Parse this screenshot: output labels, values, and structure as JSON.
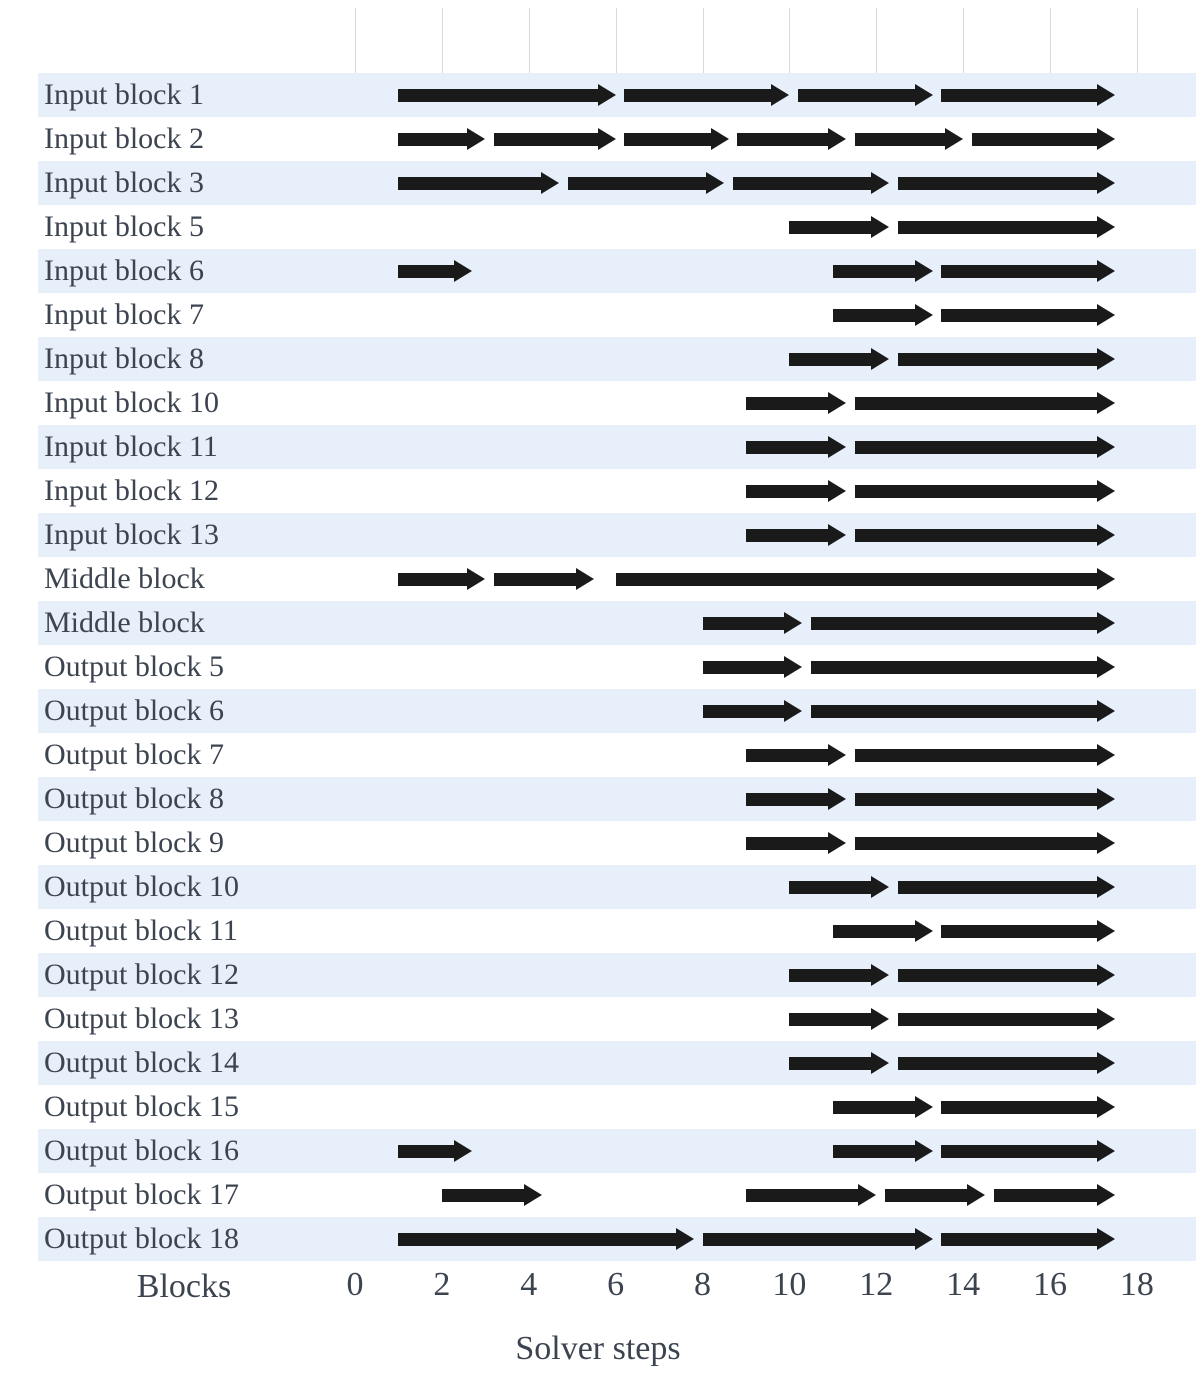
{
  "chart_data": {
    "type": "bar",
    "title": "",
    "xlabel": "Solver steps",
    "ylabel": "Blocks",
    "xlim": [
      -0.4,
      18.4
    ],
    "xticks": [
      0,
      2,
      4,
      6,
      8,
      10,
      12,
      14,
      16,
      18
    ],
    "grid": true,
    "legend": "none",
    "series_color": "#1a1a1a",
    "band_color": "#e7effa",
    "categories": [
      "Input block 1",
      "Input block 2",
      "Input block 3",
      "Input block 5",
      "Input block 6",
      "Input block 7",
      "Input block 8",
      "Input block 10",
      "Input block 11",
      "Input block 12",
      "Input block 13",
      "Middle block",
      "Middle block",
      "Output block 5",
      "Output block 6",
      "Output block 7",
      "Output block 8",
      "Output block 9",
      "Output block 10",
      "Output block 11",
      "Output block 12",
      "Output block 13",
      "Output block 14",
      "Output block 15",
      "Output block 16",
      "Output block 17",
      "Output block 18"
    ],
    "rows": [
      {
        "label": "Input block 1",
        "segments": [
          [
            1.0,
            6.0
          ],
          [
            6.2,
            10.0
          ],
          [
            10.2,
            13.3
          ],
          [
            13.5,
            17.5
          ]
        ]
      },
      {
        "label": "Input block 2",
        "segments": [
          [
            1.0,
            3.0
          ],
          [
            3.2,
            6.0
          ],
          [
            6.2,
            8.6
          ],
          [
            8.8,
            11.3
          ],
          [
            11.5,
            14.0
          ],
          [
            14.2,
            17.5
          ]
        ]
      },
      {
        "label": "Input block 3",
        "segments": [
          [
            1.0,
            4.7
          ],
          [
            4.9,
            8.5
          ],
          [
            8.7,
            12.3
          ],
          [
            12.5,
            17.5
          ]
        ]
      },
      {
        "label": "Input block 5",
        "segments": [
          [
            10.0,
            12.3
          ],
          [
            12.5,
            17.5
          ]
        ]
      },
      {
        "label": "Input block 6",
        "segments": [
          [
            1.0,
            2.7
          ],
          [
            11.0,
            13.3
          ],
          [
            13.5,
            17.5
          ]
        ]
      },
      {
        "label": "Input block 7",
        "segments": [
          [
            11.0,
            13.3
          ],
          [
            13.5,
            17.5
          ]
        ]
      },
      {
        "label": "Input block 8",
        "segments": [
          [
            10.0,
            12.3
          ],
          [
            12.5,
            17.5
          ]
        ]
      },
      {
        "label": "Input block 10",
        "segments": [
          [
            9.0,
            11.3
          ],
          [
            11.5,
            17.5
          ]
        ]
      },
      {
        "label": "Input block 11",
        "segments": [
          [
            9.0,
            11.3
          ],
          [
            11.5,
            17.5
          ]
        ]
      },
      {
        "label": "Input block 12",
        "segments": [
          [
            9.0,
            11.3
          ],
          [
            11.5,
            17.5
          ]
        ]
      },
      {
        "label": "Input block 13",
        "segments": [
          [
            9.0,
            11.3
          ],
          [
            11.5,
            17.5
          ]
        ]
      },
      {
        "label": "Middle block",
        "segments": [
          [
            1.0,
            3.0
          ],
          [
            3.2,
            5.5
          ],
          [
            6.0,
            17.5
          ]
        ]
      },
      {
        "label": "Middle block",
        "segments": [
          [
            8.0,
            10.3
          ],
          [
            10.5,
            17.5
          ]
        ]
      },
      {
        "label": "Output block 5",
        "segments": [
          [
            8.0,
            10.3
          ],
          [
            10.5,
            17.5
          ]
        ]
      },
      {
        "label": "Output block 6",
        "segments": [
          [
            8.0,
            10.3
          ],
          [
            10.5,
            17.5
          ]
        ]
      },
      {
        "label": "Output block 7",
        "segments": [
          [
            9.0,
            11.3
          ],
          [
            11.5,
            17.5
          ]
        ]
      },
      {
        "label": "Output block 8",
        "segments": [
          [
            9.0,
            11.3
          ],
          [
            11.5,
            17.5
          ]
        ]
      },
      {
        "label": "Output block 9",
        "segments": [
          [
            9.0,
            11.3
          ],
          [
            11.5,
            17.5
          ]
        ]
      },
      {
        "label": "Output block 10",
        "segments": [
          [
            10.0,
            12.3
          ],
          [
            12.5,
            17.5
          ]
        ]
      },
      {
        "label": "Output block 11",
        "segments": [
          [
            11.0,
            13.3
          ],
          [
            13.5,
            17.5
          ]
        ]
      },
      {
        "label": "Output block 12",
        "segments": [
          [
            10.0,
            12.3
          ],
          [
            12.5,
            17.5
          ]
        ]
      },
      {
        "label": "Output block 13",
        "segments": [
          [
            10.0,
            12.3
          ],
          [
            12.5,
            17.5
          ]
        ]
      },
      {
        "label": "Output block 14",
        "segments": [
          [
            10.0,
            12.3
          ],
          [
            12.5,
            17.5
          ]
        ]
      },
      {
        "label": "Output block 15",
        "segments": [
          [
            11.0,
            13.3
          ],
          [
            13.5,
            17.5
          ]
        ]
      },
      {
        "label": "Output block 16",
        "segments": [
          [
            1.0,
            2.7
          ],
          [
            11.0,
            13.3
          ],
          [
            13.5,
            17.5
          ]
        ]
      },
      {
        "label": "Output block 17",
        "segments": [
          [
            2.0,
            4.3
          ],
          [
            9.0,
            12.0
          ],
          [
            12.2,
            14.5
          ],
          [
            14.7,
            17.5
          ]
        ]
      },
      {
        "label": "Output block 18",
        "segments": [
          [
            1.0,
            7.8
          ],
          [
            8.0,
            13.3
          ],
          [
            13.5,
            17.5
          ]
        ]
      }
    ]
  },
  "axis": {
    "x_label": "Solver steps",
    "y_label": "Blocks",
    "x_tick_labels": [
      "0",
      "2",
      "4",
      "6",
      "8",
      "10",
      "12",
      "14",
      "16",
      "18"
    ]
  }
}
